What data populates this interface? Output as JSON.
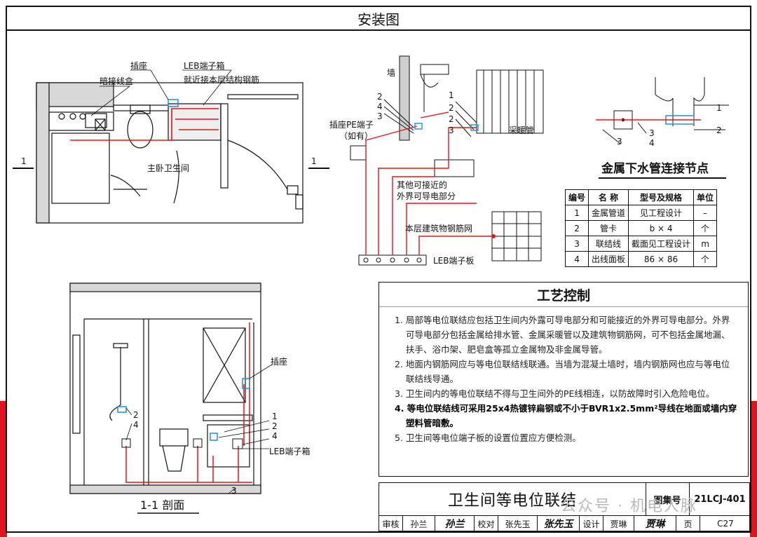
{
  "title": "安装图",
  "plan": {
    "socket": "插座",
    "leb_box": "LEB端子箱",
    "leb_note": "就近接本层结构钢筋",
    "concealed_box": "暗接线盒",
    "room": "主卧卫生间",
    "cut_mark": "1"
  },
  "schematic": {
    "wall": "墙",
    "pe_terminal": "插座PE端子",
    "pe_terminal_note": "（如有）",
    "heating_pipe": "采暖管",
    "conductive_parts_1": "其他可接近的",
    "conductive_parts_2": "外界可导电部分",
    "rebar_mesh": "本层建筑物钢筋网",
    "leb_board": "LEB端子板",
    "nums": [
      "1",
      "2",
      "3",
      "4"
    ]
  },
  "node": {
    "title": "金属下水管连接节点",
    "nums": [
      "1",
      "2",
      "3",
      "4"
    ]
  },
  "parts_table": {
    "headers": [
      "编号",
      "名 称",
      "型号及规格",
      "单位"
    ],
    "rows": [
      [
        "1",
        "金属管道",
        "见工程设计",
        "–"
      ],
      [
        "2",
        "管卡",
        "b × 4",
        "个"
      ],
      [
        "3",
        "联结线",
        "截面见工程设计",
        "m"
      ],
      [
        "4",
        "出线面板",
        "86 × 86",
        "个"
      ]
    ]
  },
  "section": {
    "socket": "插座",
    "leb_box": "LEB端子箱",
    "caption": "1-1 剖面",
    "nums": [
      "1",
      "2",
      "3",
      "4"
    ]
  },
  "process": {
    "title": "工艺控制",
    "items": [
      "1. 局部等电位联结应包括卫生间内外露可导电部分和可能接近的外界可导电部分。外界可导电部分包括金属给排水管、金属采暖管以及建筑物钢筋网，可不包括金属地漏、扶手、浴巾架、肥皂盒等孤立金属物及非金属导管。",
      "2. 地面内钢筋网应与等电位联结线联通。当墙为混凝土墙时，墙内钢筋网也应与等电位联结线导通。",
      "3. 卫生间内的等电位联结不得与卫生间外的PE线相连，以防故障时引入危险电位。",
      "4. 等电位联结线可采用25x4热镀锌扁钢或不小于BVR1x2.5mm²导线在地面或墙内穿塑料管暗敷。",
      "5. 卫生间等电位端子板的设置位置应方便检测。"
    ]
  },
  "title_block": {
    "drawing_name": "卫生间等电位联结",
    "atlas_label": "图集号",
    "atlas_no": "21LCJ-401",
    "review_label": "审核",
    "reviewer": "孙兰",
    "check_label": "校对",
    "checker": "张先玉",
    "design_label": "设计",
    "designer": "贾琳",
    "page_label": "页",
    "page_no": "C27"
  },
  "watermark": "公众号 · 机电人脉",
  "colors": {
    "bond_line": "#e0141c",
    "ink": "#111111",
    "accent_blue": "#1e8fd6"
  }
}
